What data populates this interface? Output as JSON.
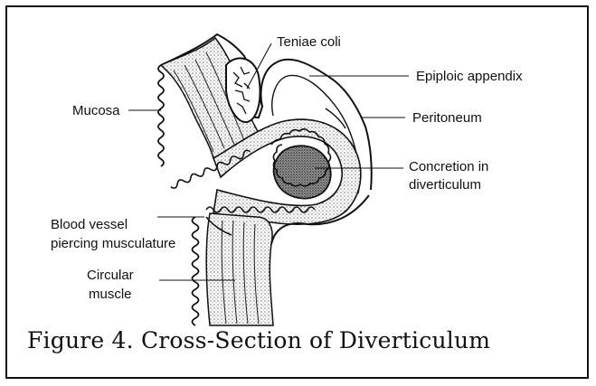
{
  "figure": {
    "caption": "Figure 4. Cross-Section of Diverticulum"
  },
  "labels": {
    "teniae_coli": "Teniae coli",
    "epiploic_appendix": "Epiploic appendix",
    "mucosa": "Mucosa",
    "peritoneum": "Peritoneum",
    "concretion_line1": "Concretion in",
    "concretion_line2": "diverticulum",
    "blood_vessel_line1": "Blood vessel",
    "blood_vessel_line2": "piercing musculature",
    "circular_muscle_line1": "Circular",
    "circular_muscle_line2": "muscle"
  },
  "colors": {
    "ink": "#111111",
    "stipple": "#8a8a8a",
    "concretion_fill": "#6e6e6e"
  }
}
